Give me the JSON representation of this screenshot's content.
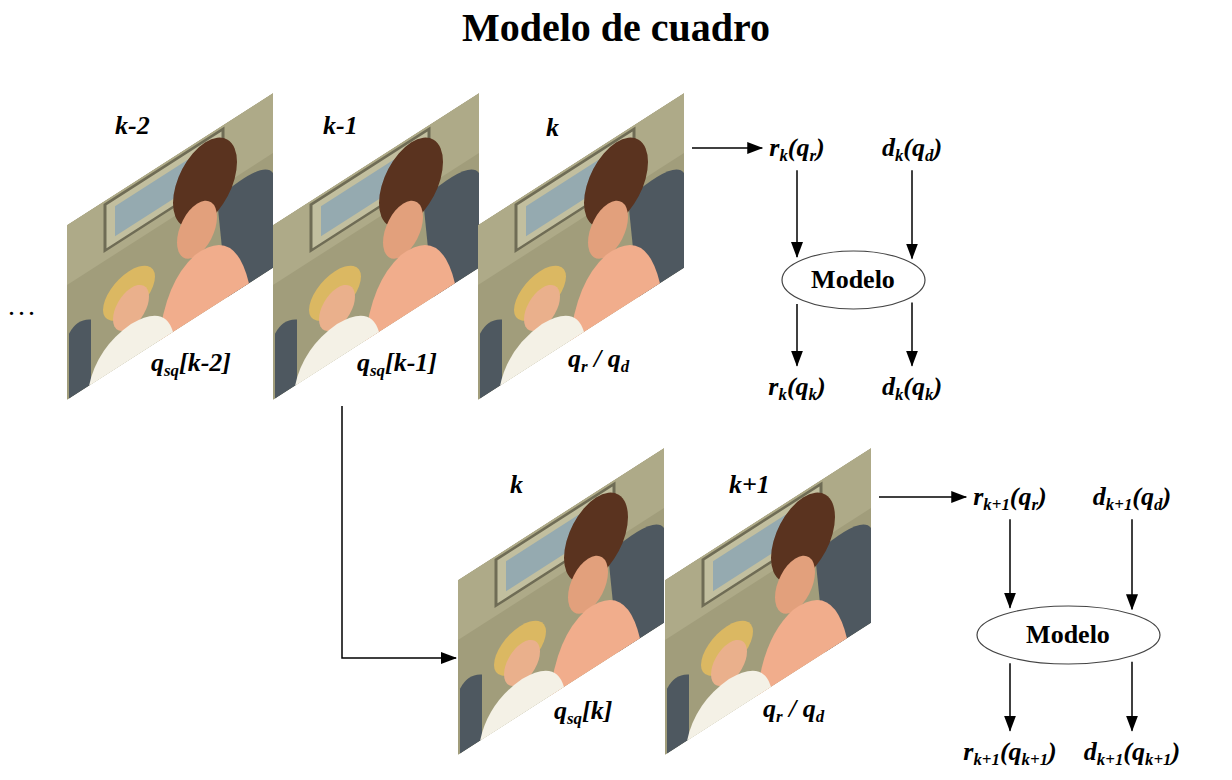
{
  "diagram": {
    "title": "Modelo de cuadro",
    "nodes": [
      {
        "text": [
          "k-2",
          "qsq[k-2]"
        ]
      },
      {
        "text": [
          "k-1",
          "qsq[k-1]"
        ]
      },
      {
        "text": [
          "k",
          "qr / qd"
        ]
      },
      {
        "text": [
          "rk(qr)"
        ]
      },
      {
        "text": [
          "dk(qd)"
        ]
      },
      {
        "text": [
          "Modelo"
        ]
      },
      {
        "text": [
          "rk(qk)"
        ]
      },
      {
        "text": [
          "dk(qk)"
        ]
      },
      {
        "text": [
          "k",
          "qsq[k]"
        ]
      },
      {
        "text": [
          "k+1",
          "qr / qd"
        ]
      },
      {
        "text": [
          "rk+1(qr)"
        ]
      },
      {
        "text": [
          "dk+1(qd)"
        ]
      },
      {
        "text": [
          "Modelo"
        ]
      },
      {
        "text": [
          "rk+1(qk+1)"
        ]
      },
      {
        "text": [
          "dk+1(qk+1)"
        ]
      }
    ],
    "edges": [
      {
        "from": 2,
        "to": 3,
        "arrow": "to"
      },
      {
        "from": 3,
        "to": 5,
        "arrow": "to"
      },
      {
        "from": 4,
        "to": 5,
        "arrow": "to"
      },
      {
        "from": 5,
        "to": 6,
        "arrow": "to"
      },
      {
        "from": 5,
        "to": 7,
        "arrow": "to"
      },
      {
        "from": 1,
        "to": 8,
        "arrow": "to"
      },
      {
        "from": 9,
        "to": 10,
        "arrow": "to"
      },
      {
        "from": 10,
        "to": 12,
        "arrow": "to"
      },
      {
        "from": 11,
        "to": 12,
        "arrow": "to"
      },
      {
        "from": 12,
        "to": 13,
        "arrow": "to"
      },
      {
        "from": 12,
        "to": 14,
        "arrow": "to"
      }
    ],
    "labels": [
      "..."
    ]
  }
}
